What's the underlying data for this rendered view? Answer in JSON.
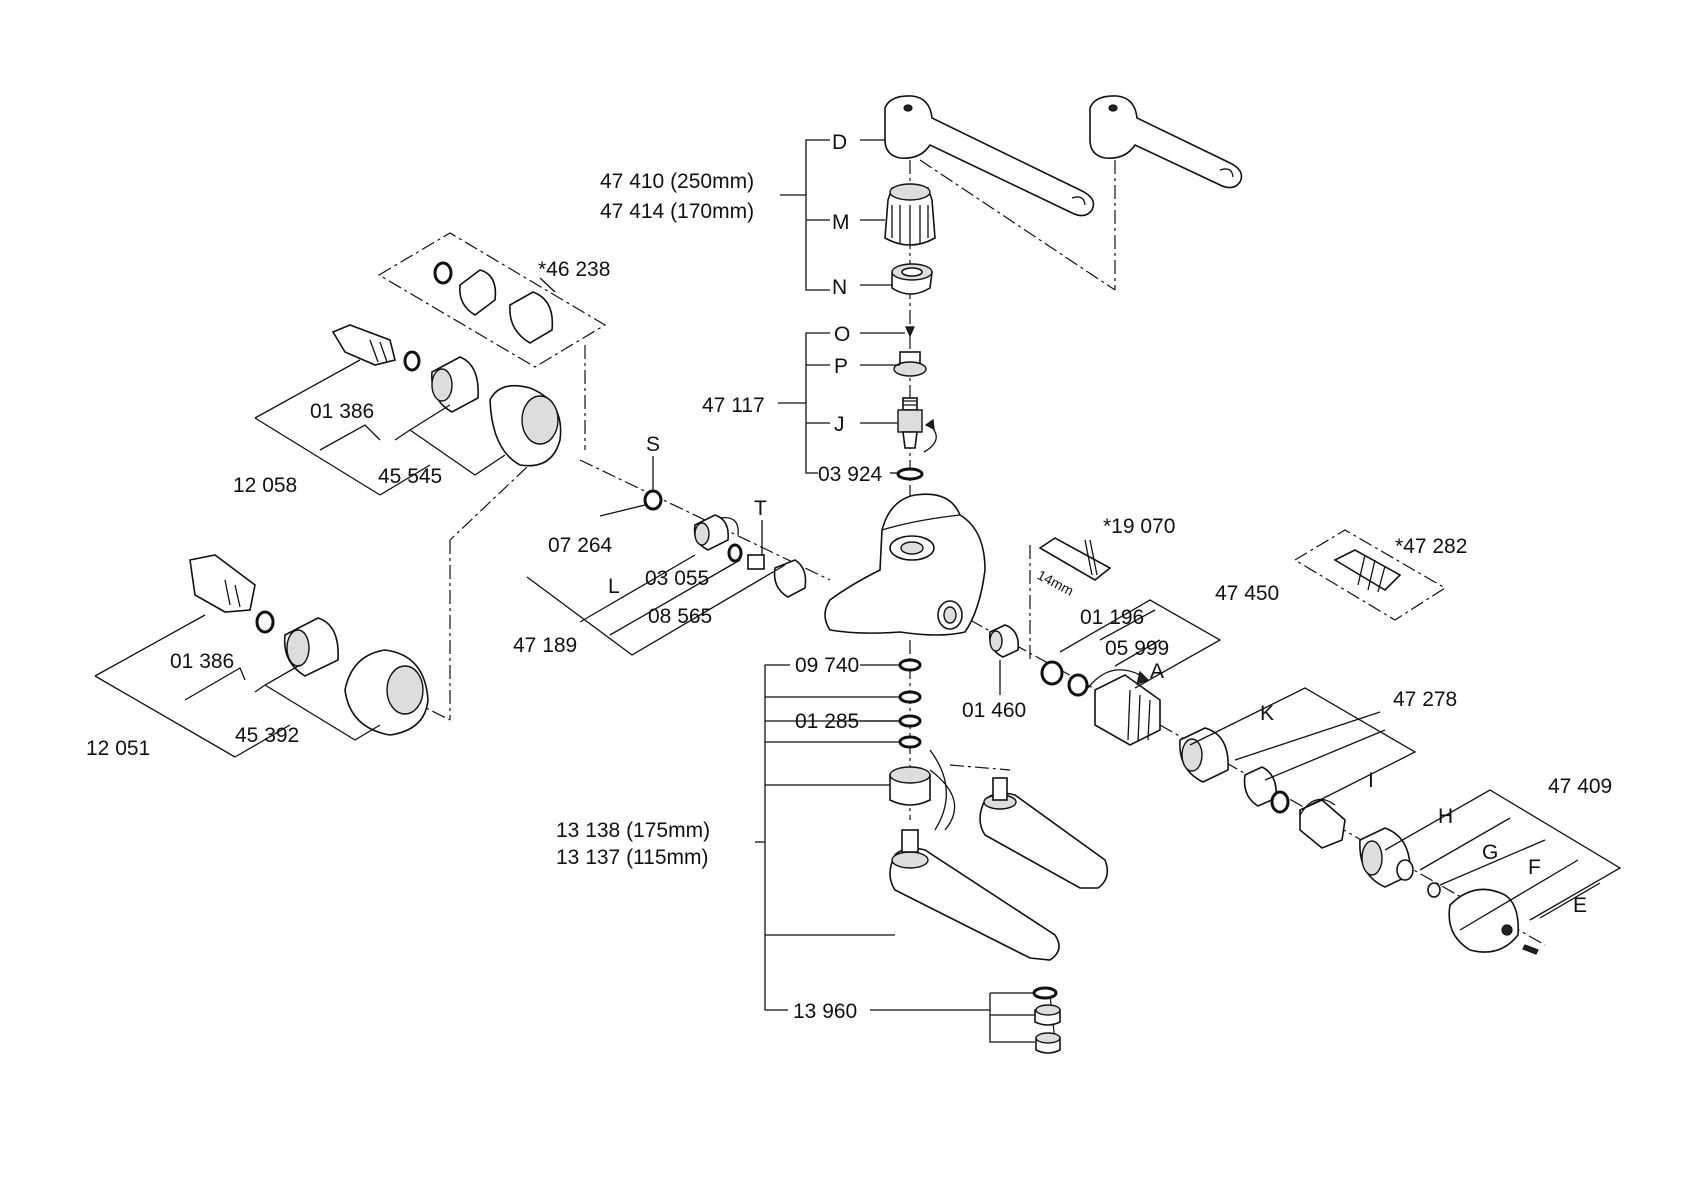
{
  "labels": {
    "handle_d": "D",
    "handle_m": "M",
    "handle_n": "N",
    "handle_250": "47 410 (250mm)",
    "handle_170": "47 414 (170mm)",
    "o": "O",
    "p": "P",
    "j": "J",
    "cart_47117": "47 117",
    "ring_03924": "03 924",
    "kit_46238": "*46 238",
    "ring_01386_a": "01 386",
    "conn_12058": "12 058",
    "cover_45545": "45 545",
    "ring_01386_b": "01 386",
    "conn_12051": "12 051",
    "cover_45392": "45 392",
    "s": "S",
    "t": "T",
    "washer_07264": "07 264",
    "l": "L",
    "ring_03055": "03 055",
    "nut_08565": "08 565",
    "kit_47189": "47 189",
    "key_19070": "*19 070",
    "key_size": "14mm",
    "kit_47282": "*47 282",
    "ring_01196": "01 196",
    "ring_05999": "05 999",
    "set_47450": "47 450",
    "a": "A",
    "nipple_01460": "01 460",
    "k": "K",
    "set_47278": "47 278",
    "i": "I",
    "h": "H",
    "g": "G",
    "f": "F",
    "e": "E",
    "cap_47409": "47 409",
    "ring_09740": "09 740",
    "ring_01285": "01 285",
    "spout_175": "13 138 (175mm)",
    "spout_115": "13 137 (115mm)",
    "aerator_13960": "13 960"
  }
}
